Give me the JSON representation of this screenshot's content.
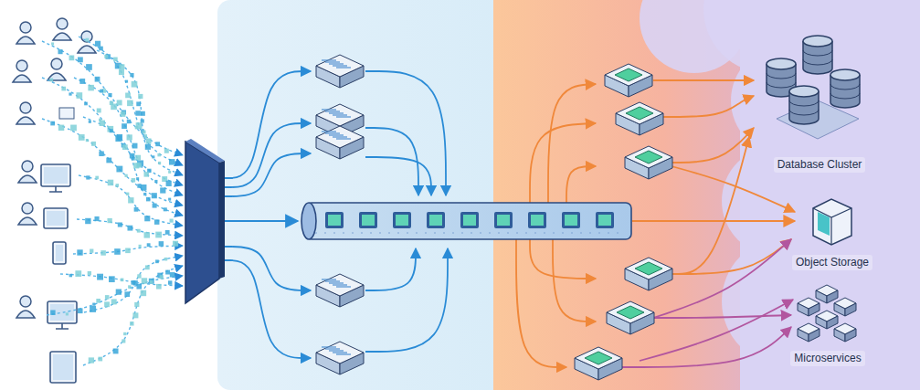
{
  "diagram": {
    "nodes": [
      {
        "text": [
          "Database Cluster"
        ]
      },
      {
        "text": [
          "Object Storage"
        ]
      },
      {
        "text": [
          "Microservices"
        ]
      }
    ]
  }
}
